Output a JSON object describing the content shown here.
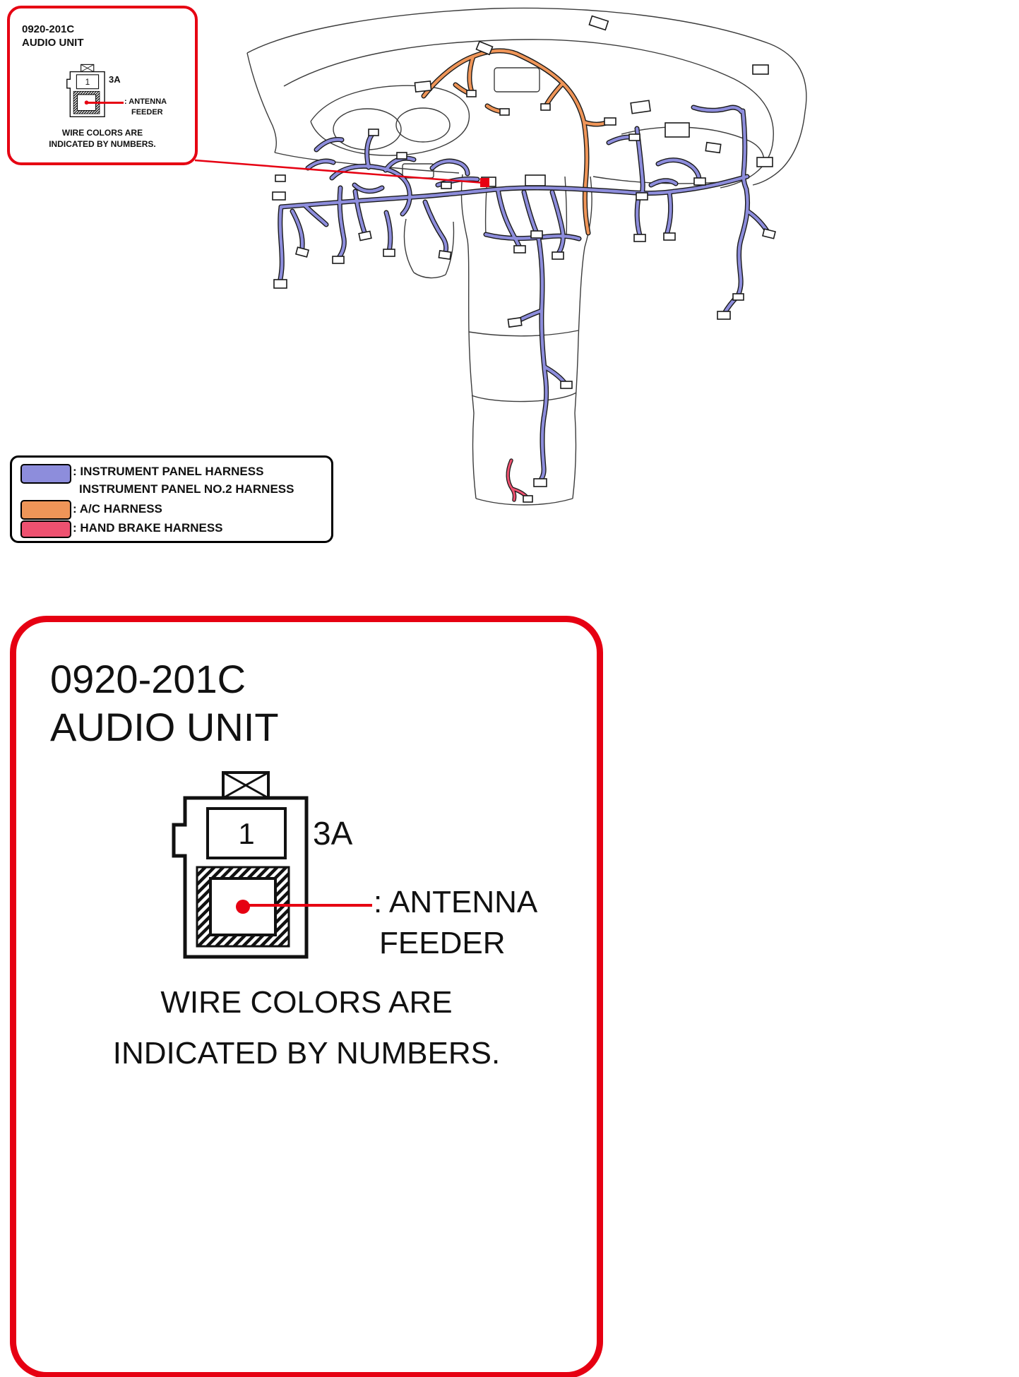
{
  "colors": {
    "instrument_panel_harness": "#8d8ddc",
    "ac_harness": "#ef9558",
    "hand_brake_harness": "#ee5170",
    "callout_red": "#e60012",
    "line_black": "#1a1a1a"
  },
  "callout": {
    "part_number": "0920-201C",
    "part_name": "AUDIO UNIT",
    "pin": "1",
    "amp": "3A",
    "antenna_line1": ": ANTENNA",
    "antenna_line2": "FEEDER",
    "note_line1": "WIRE COLORS ARE",
    "note_line2": "INDICATED BY NUMBERS."
  },
  "legend": {
    "items": [
      {
        "swatch": "instrument-panel-harness-swatch",
        "label": ": INSTRUMENT PANEL HARNESS",
        "label2": "INSTRUMENT PANEL NO.2 HARNESS"
      },
      {
        "swatch": "ac-harness-swatch",
        "label": ": A/C HARNESS"
      },
      {
        "swatch": "hand-brake-harness-swatch",
        "label": ": HAND BRAKE HARNESS"
      }
    ]
  }
}
